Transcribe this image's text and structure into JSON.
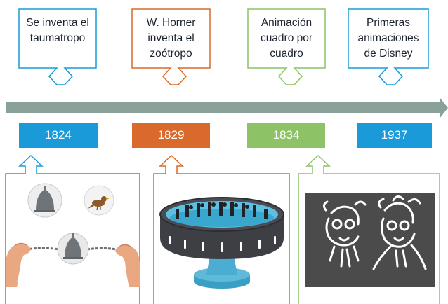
{
  "events": [
    {
      "label": "Se inventa el\ntaumatropo",
      "year": "1824",
      "color": "#1a9ad9"
    },
    {
      "label": "W. Horner\ninventa el\nzoótropo",
      "year": "1829",
      "color": "#d96a2b"
    },
    {
      "label": "Animación\ncuadro por\ncuadro",
      "year": "1834",
      "color": "#8dc266"
    },
    {
      "label": "Primeras\nanimaciones\nde Disney",
      "year": "1937",
      "color": "#1a9ad9"
    }
  ],
  "timeline": {
    "color": "#8aa19a"
  },
  "images": [
    {
      "icon": "thaumatrope-icon"
    },
    {
      "icon": "zoetrope-icon"
    },
    {
      "icon": "animated-faces-icon"
    }
  ]
}
